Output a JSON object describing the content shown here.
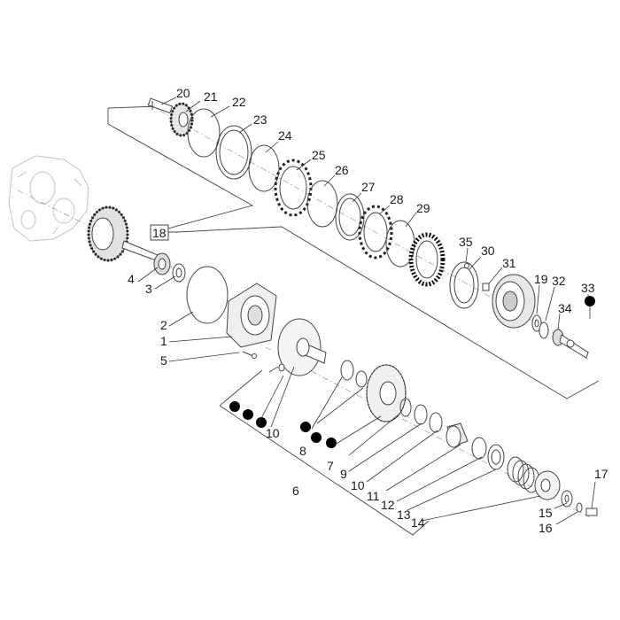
{
  "callouts": [
    {
      "id": "l20",
      "text": "20"
    },
    {
      "id": "l21",
      "text": "21"
    },
    {
      "id": "l22",
      "text": "22"
    },
    {
      "id": "l23",
      "text": "23"
    },
    {
      "id": "l24",
      "text": "24"
    },
    {
      "id": "l25",
      "text": "25"
    },
    {
      "id": "l26",
      "text": "26"
    },
    {
      "id": "l27",
      "text": "27"
    },
    {
      "id": "l28",
      "text": "28"
    },
    {
      "id": "l29",
      "text": "29"
    },
    {
      "id": "l35",
      "text": "35"
    },
    {
      "id": "l30",
      "text": "30"
    },
    {
      "id": "l31",
      "text": "31"
    },
    {
      "id": "l19",
      "text": "19"
    },
    {
      "id": "l32",
      "text": "32"
    },
    {
      "id": "l33",
      "text": "33"
    },
    {
      "id": "l34",
      "text": "34"
    },
    {
      "id": "l18",
      "text": "18"
    },
    {
      "id": "l4",
      "text": "4"
    },
    {
      "id": "l3",
      "text": "3"
    },
    {
      "id": "l2",
      "text": "2"
    },
    {
      "id": "l1",
      "text": "1"
    },
    {
      "id": "l5",
      "text": "5"
    },
    {
      "id": "l10a",
      "text": "10"
    },
    {
      "id": "l8",
      "text": "8"
    },
    {
      "id": "l7",
      "text": "7"
    },
    {
      "id": "l9",
      "text": "9"
    },
    {
      "id": "l10b",
      "text": "10"
    },
    {
      "id": "l11",
      "text": "11"
    },
    {
      "id": "l12",
      "text": "12"
    },
    {
      "id": "l13",
      "text": "13"
    },
    {
      "id": "l14",
      "text": "14"
    },
    {
      "id": "l6",
      "text": "6"
    },
    {
      "id": "l17",
      "text": "17"
    },
    {
      "id": "l15",
      "text": "15"
    },
    {
      "id": "l16",
      "text": "16"
    }
  ],
  "colors": {
    "line": "#444444",
    "label": "#1a1a1a",
    "ghost": "#c4c4c4",
    "dot": "#000000"
  }
}
